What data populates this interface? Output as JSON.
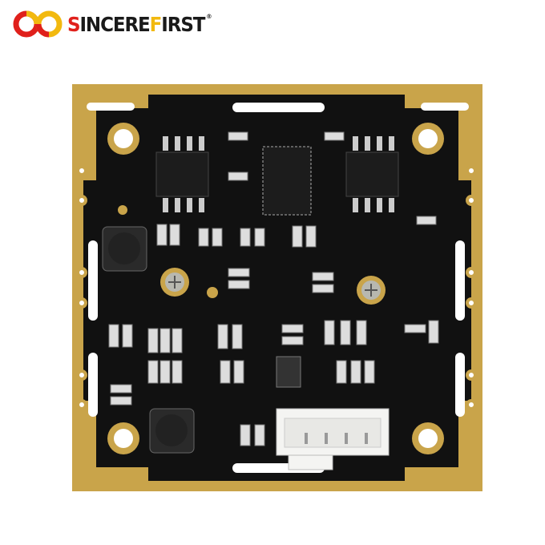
{
  "brand": {
    "first_letter": "S",
    "middle": "INCERE",
    "highlight": "F",
    "end": "IRST",
    "registered": "®",
    "colors": {
      "red": "#e0201b",
      "yellow": "#f2b90f",
      "text": "#1a1a1a"
    }
  },
  "product": {
    "board_color": "#111111",
    "edge_plating_color": "#c9a44a"
  }
}
